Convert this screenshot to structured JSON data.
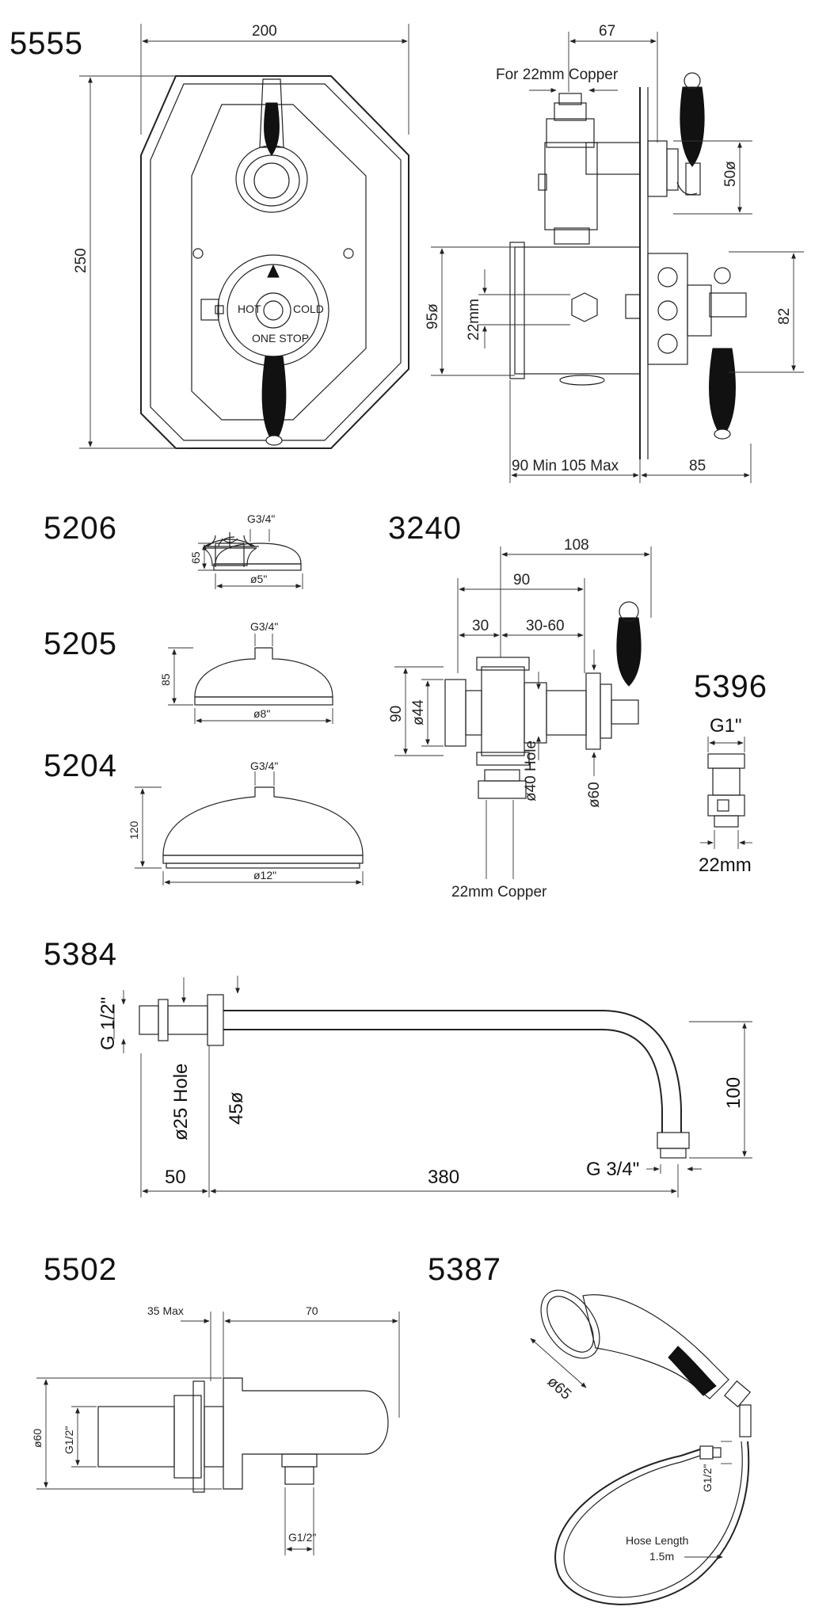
{
  "products": {
    "p5555": {
      "code": "5555",
      "dims": {
        "width": "200",
        "height": "250",
        "depth": "67",
        "copper": "For 22mm Copper",
        "d50": "50ø",
        "d95": "95ø",
        "d22": "22mm",
        "d82": "82",
        "range": "90 Min 105 Max",
        "d85": "85"
      },
      "dial": {
        "left": "HOT",
        "right": "COLD",
        "bottom": "ONE STOP"
      }
    },
    "p5206": {
      "code": "5206",
      "thread": "G3/4\"",
      "height": "65",
      "diameter": "ø5\""
    },
    "p5205": {
      "code": "5205",
      "thread": "G3/4\"",
      "height": "85",
      "diameter": "ø8\""
    },
    "p5204": {
      "code": "5204",
      "thread": "G3/4\"",
      "height": "120",
      "diameter": "ø12\""
    },
    "p3240": {
      "code": "3240",
      "dims": {
        "d108": "108",
        "d90top": "90",
        "d30": "30",
        "d3060": "30-60",
        "d90side": "90",
        "d44": "ø44",
        "hole": "ø40 Hole",
        "d60": "ø60",
        "copper": "22mm Copper"
      }
    },
    "p5396": {
      "code": "5396",
      "thread": "G1\"",
      "size": "22mm"
    },
    "p5384": {
      "code": "5384",
      "dims": {
        "thread_in": "G 1/2\"",
        "hole": "ø25 Hole",
        "d45": "45ø",
        "d50": "50",
        "d380": "380",
        "d100": "100",
        "thread_out": "G 3/4\""
      }
    },
    "p5502": {
      "code": "5502",
      "dims": {
        "d35": "35 Max",
        "d70": "70",
        "d60": "ø60",
        "thread_left": "G1/2\"",
        "thread_bottom": "G1/2\""
      }
    },
    "p5387": {
      "code": "5387",
      "dims": {
        "d65": "ø65",
        "thread": "G1/2\"",
        "hose_label": "Hose Length",
        "hose_value": "1.5m"
      }
    }
  }
}
